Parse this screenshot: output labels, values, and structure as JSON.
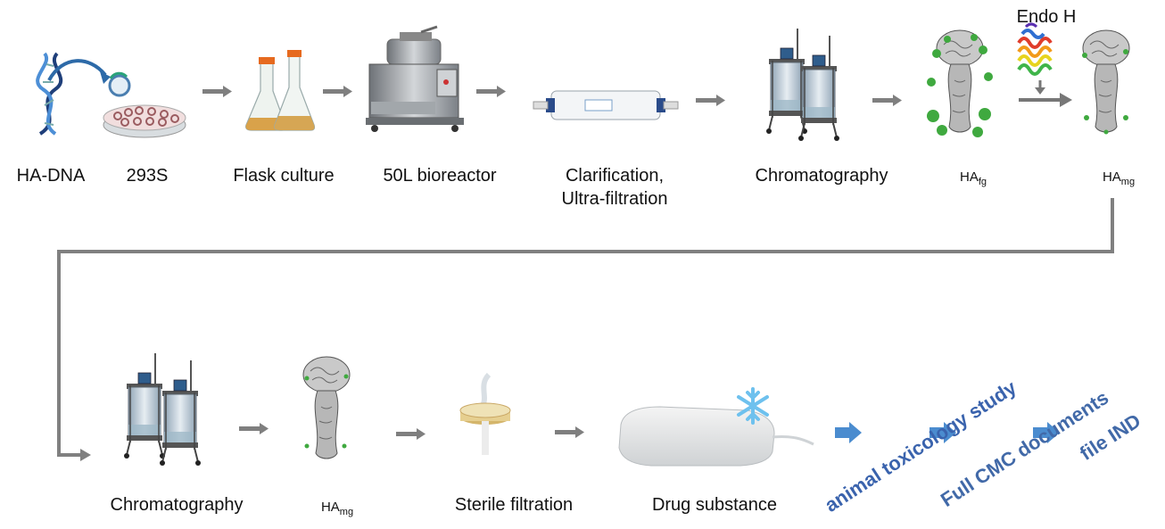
{
  "row1": {
    "ha_dna": "HA-DNA",
    "cells": "293S",
    "flask": "Flask culture",
    "bioreactor": "50L bioreactor",
    "clarification_line1": "Clarification,",
    "clarification_line2": "Ultra-filtration",
    "chromatography": "Chromatography",
    "ha_fg": {
      "base": "HA",
      "sub": "fg"
    },
    "ha_mg": {
      "base": "HA",
      "sub": "mg"
    },
    "endo_h": "Endo H"
  },
  "row2": {
    "chromatography": "Chromatography",
    "ha_mg": {
      "base": "HA",
      "sub": "mg"
    },
    "sterile": "Sterile filtration",
    "drug": "Drug substance"
  },
  "regulatory": {
    "step1": "animal toxicology study",
    "step2": "Full  CMC documents",
    "step3": "file IND"
  },
  "colors": {
    "arrow_gray": "#7f7f7f",
    "regulatory_blue": "#4169a8",
    "block_arrow_blue": "#4b8ccf",
    "glycan_green": "#3fa93f"
  },
  "icons": [
    "dna-icon",
    "plasmid-icon",
    "petri-dish-icon",
    "flask-icon",
    "bioreactor-icon",
    "filter-cartridge-icon",
    "chromatography-columns-icon",
    "protein-structure-icon",
    "endo-h-structure-icon",
    "sterile-filter-icon",
    "drug-bag-icon",
    "snowflake-icon"
  ]
}
